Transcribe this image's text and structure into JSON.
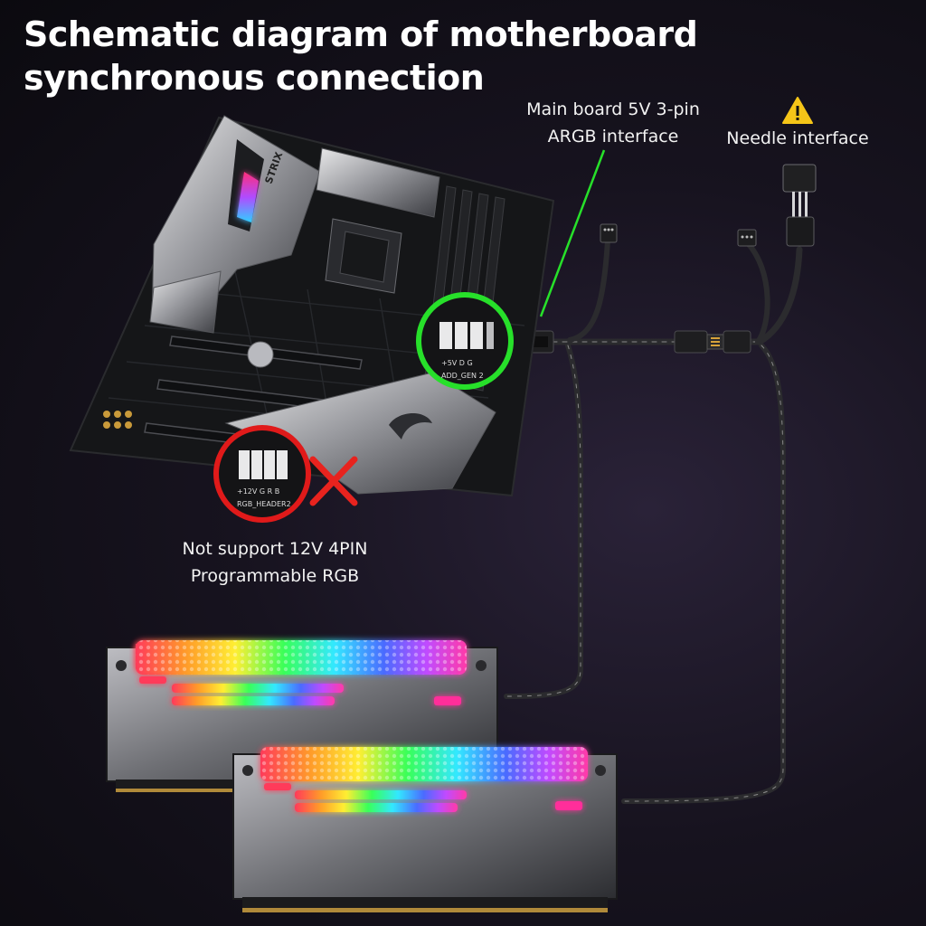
{
  "title": {
    "line1": "Schematic diagram of motherboard",
    "line2": "synchronous connection"
  },
  "labels": {
    "argb_line1": "Main board 5V 3-pin",
    "argb_line2": "ARGB interface",
    "needle": "Needle interface",
    "unsupported_line1": "Not support 12V 4PIN",
    "unsupported_line2": "Programmable RGB"
  },
  "board_text": {
    "brand": "STRIX",
    "argb_pins": "+5V  D     G",
    "argb_header": "ADD_GEN 2",
    "rgb_pins": "+12V G  R  B",
    "rgb_header": "RGB_HEADER2"
  },
  "colors": {
    "supported_ring": "#27e02a",
    "unsupported_ring": "#e01a1a",
    "x_mark": "#e8231e",
    "warning": "#f5c518",
    "cable": "#2b2b2e",
    "cable_stripe": "#8a8a8a"
  },
  "icons": [
    "warning-icon",
    "cross-icon"
  ]
}
